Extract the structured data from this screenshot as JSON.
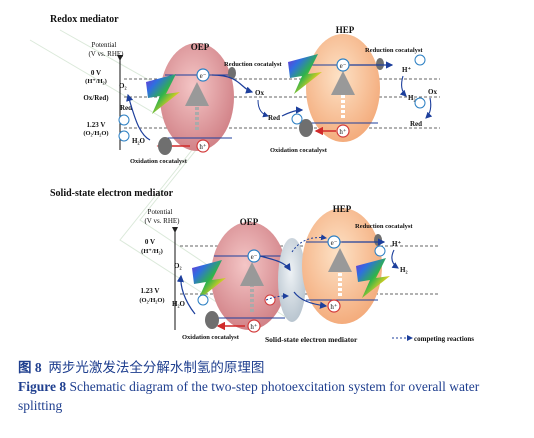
{
  "panel1": {
    "title": "Redox mediator",
    "potential_label": "Potential",
    "potential_unit": "(V vs. RHE)",
    "level_0v": "0 V",
    "level_0v_sub": "(H⁺/H₂)",
    "level_redox": "Ox/Red)",
    "level_123v": "1.23 V",
    "level_123v_sub": "(O₂/H₂O)",
    "oep_label": "OEP",
    "hep_label": "HEP",
    "reduction_cocatalyst_left": "Reduction cocatalyst",
    "reduction_cocatalyst_right": "Reduction cocatalyst",
    "oxidation_cocatalyst_left": "Oxidation cocatalyst",
    "oxidation_cocatalyst_right": "Oxidation cocatalyst",
    "electron": "e⁻",
    "hole": "h⁺",
    "ox": "Ox",
    "red": "Red",
    "o2": "O₂",
    "h2o": "H₂O",
    "h_plus": "H⁺",
    "h2": "H₂"
  },
  "panel2": {
    "title": "Solid-state electron mediator",
    "potential_label": "Potential",
    "potential_unit": "(V vs. RHE)",
    "level_0v": "0 V",
    "level_0v_sub": "(H⁺/H₂)",
    "level_123v": "1.23 V",
    "level_123v_sub": "(O₂/H₂O)",
    "oep_label": "OEP",
    "hep_label": "HEP",
    "reduction_cocatalyst": "Reduction cocatalyst",
    "oxidation_cocatalyst": "Oxidation cocatalyst",
    "mediator_label": "Solid-state electron mediator",
    "competing_reactions": "competing reactions",
    "electron": "e⁻",
    "hole": "h⁺",
    "o2": "O₂",
    "h2o": "H₂O",
    "h_plus": "H⁺",
    "h2": "H₂"
  },
  "caption": {
    "cn_num": "图 8",
    "cn_text": "两步光激发法全分解水制氢的原理图",
    "en_num": "Figure 8",
    "en_text": "Schematic diagram of the two-step photoexcitation system for overall water splitting"
  },
  "colors": {
    "oep_fill": "#d98a8f",
    "hep_fill": "#f6b98a",
    "mediator_fill": "#c9d3dc",
    "electron_ring": "#2b7fc3",
    "hole_ring": "#d23a3a",
    "arrow_blue": "#1d3f9c",
    "arrow_red": "#d12a2a",
    "cocatalyst": "#6f6f6f"
  }
}
